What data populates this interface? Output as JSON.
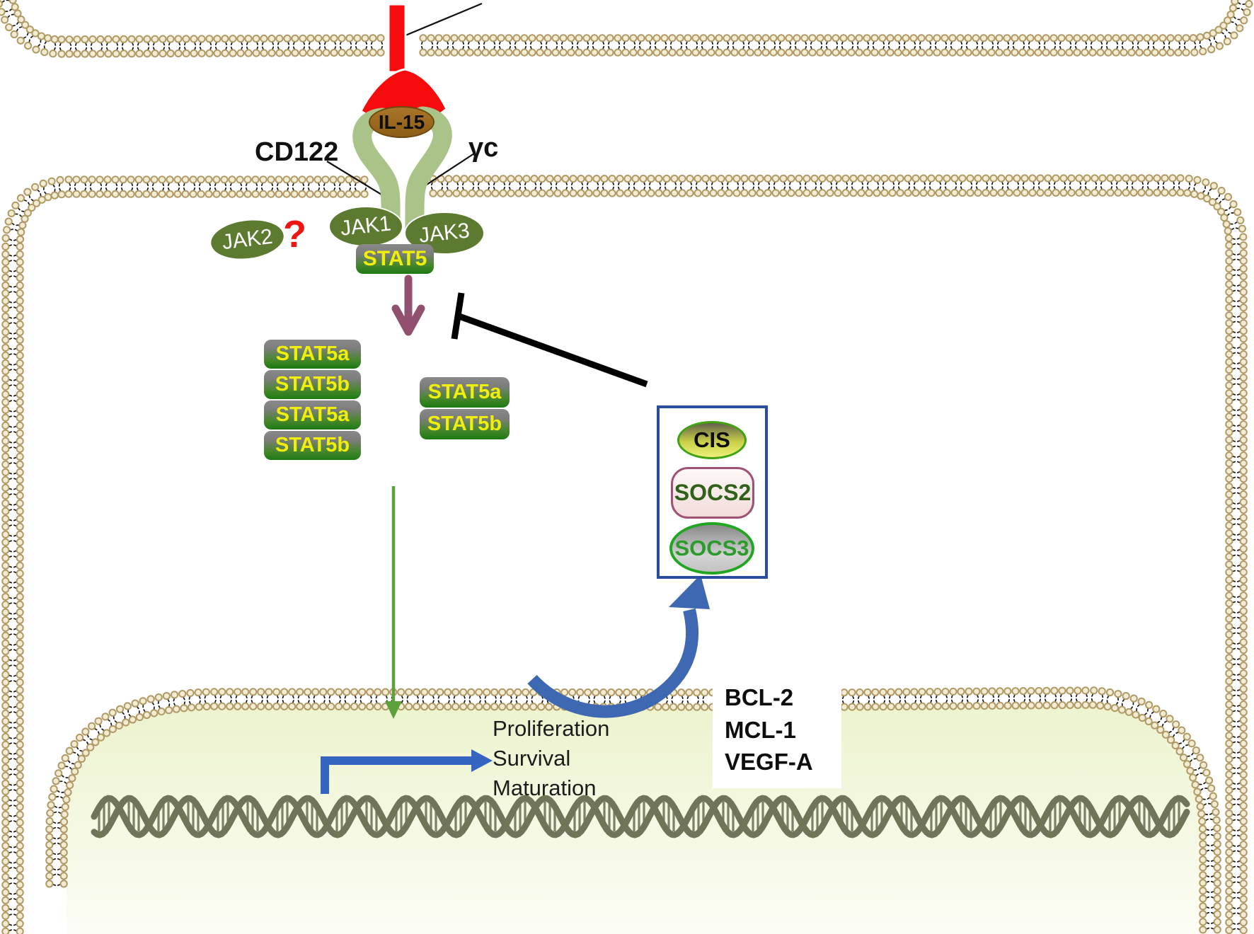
{
  "labels": {
    "ligand": {
      "il15": "IL-15"
    },
    "receptor": {
      "cd122": "CD122",
      "gamma_c": "γc"
    },
    "kinases": {
      "jak1": "JAK1",
      "jak3": "JAK3",
      "jak2": "JAK2",
      "jak2_uncertainty": "?"
    },
    "stat5": "STAT5",
    "stat5_complex_left": [
      "STAT5a",
      "STAT5b",
      "STAT5a",
      "STAT5b"
    ],
    "stat5_complex_right": [
      "STAT5a",
      "STAT5b"
    ],
    "socs_feedback": {
      "cis": "CIS",
      "socs2": "SOCS2",
      "socs3": "SOCS3"
    },
    "outcomes": [
      "Proliferation",
      "Survival",
      "Maturation"
    ],
    "target_genes": [
      "BCL-2",
      "MCL-1",
      "VEGF-A"
    ]
  },
  "colors": {
    "receptor_red": "#f60c0c",
    "il15_brown": "#9d6a20",
    "receptor_chain_green": "#a9c389",
    "jak_olive": "#5c7a30",
    "stat5_text_yellow": "#f0ef0b",
    "purple_arrow": "#91506f",
    "inhibition_black": "#000000",
    "socs_box_border_blue": "#2a4e9d",
    "feedback_arrow_blue": "#3e68b2",
    "green_arrow": "#5ea13a",
    "transcription_arrow_blue": "#3565c1",
    "membrane_head_tan": "#f3ecd2",
    "nucleus_fill": "#ecf3cd",
    "dna_olive": "#70755a",
    "question_red": "#ee1512"
  }
}
